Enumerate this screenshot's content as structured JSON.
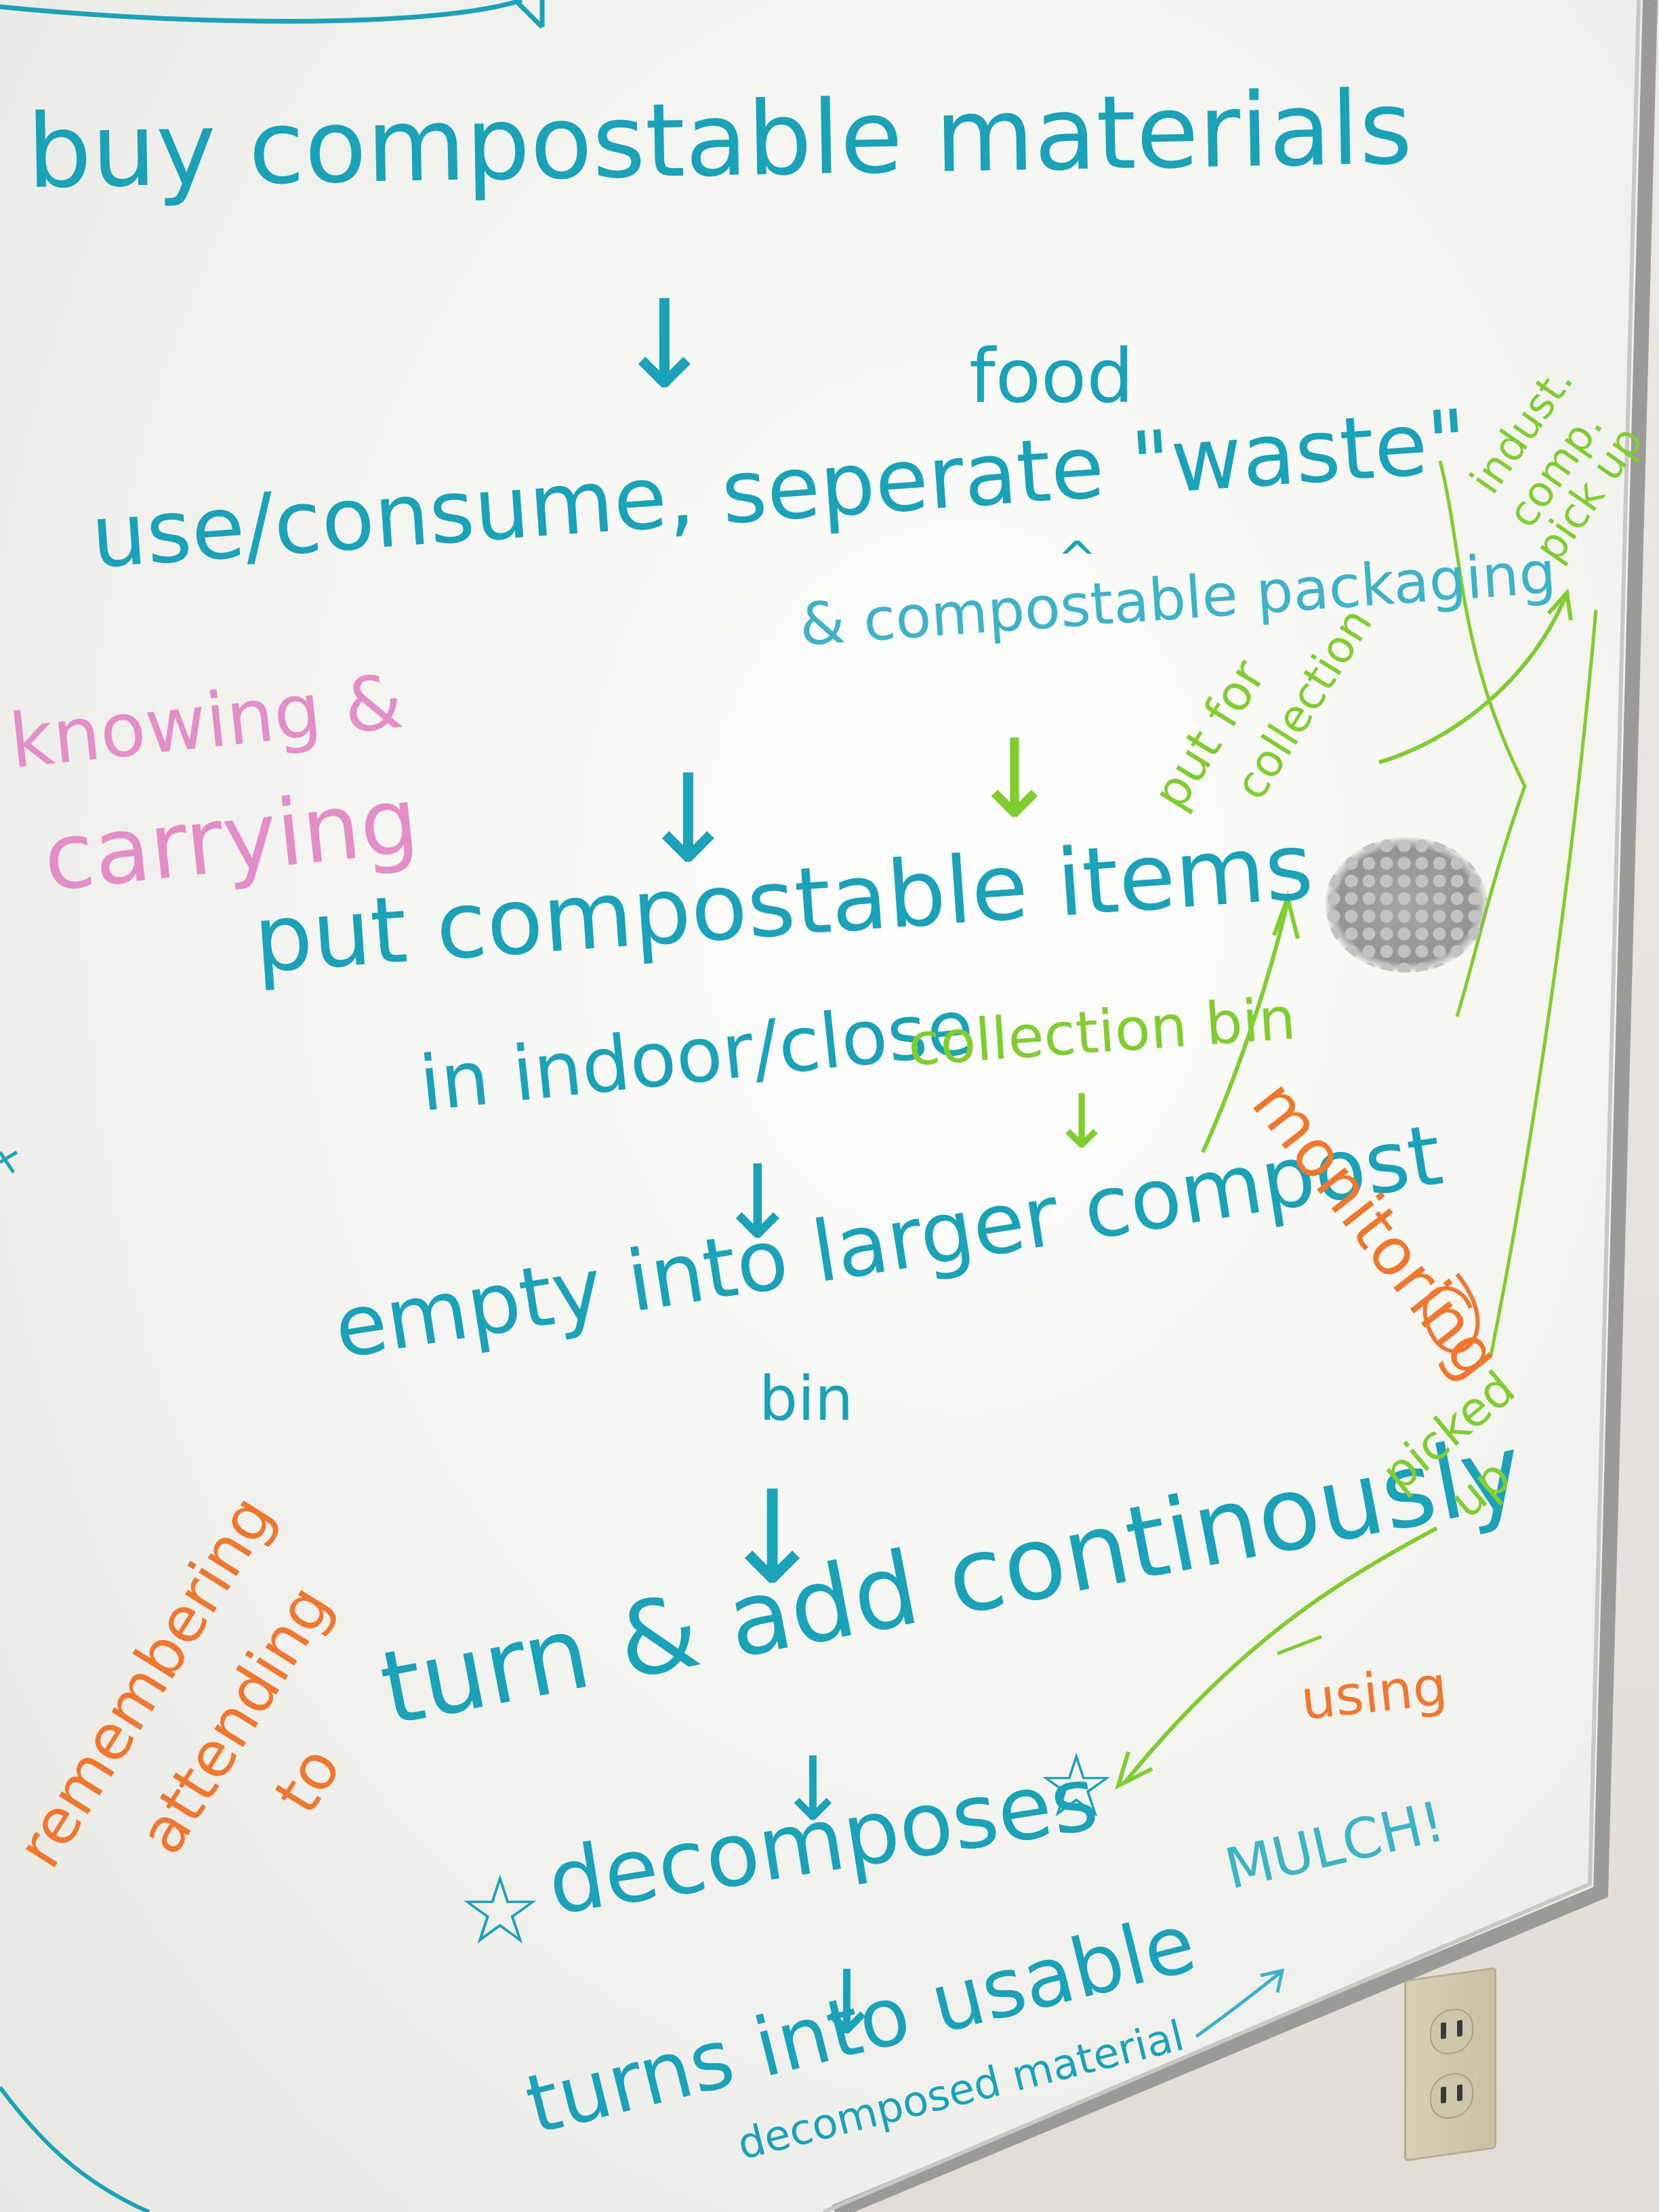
{
  "colors": {
    "blue_marker": "#1aa2b8",
    "green_marker": "#7fcd2e",
    "orange_marker": "#f0782e",
    "pink_marker": "#e38ec8"
  },
  "flow": {
    "step_buy": "buy compostable materials",
    "annotation_food": "food",
    "step_use": "use/consume, seperate \"waste\"",
    "step_use_packaging": "& compostable packaging",
    "step_put_1": "put compostable items",
    "step_put_2": "in indoor/close",
    "step_put_bin": "collection bin",
    "step_empty_1": "empty into larger compost",
    "step_empty_2": "bin",
    "step_turn": "turn & add continously",
    "step_decomposes": "decomposes",
    "step_usable_1": "turns into usable",
    "step_usable_2": "decomposed material",
    "result_mulch": "MULCH!"
  },
  "notes": {
    "knowing_1": "knowing &",
    "knowing_2": "carrying",
    "remembering_1": "remembering",
    "remembering_2": "attending",
    "remembering_3": "to",
    "monitoring": "monitoring",
    "using": "using",
    "put_for_1": "put for",
    "put_for_2": "collection",
    "indust_1": "indust.",
    "indust_2": "comp.",
    "indust_3": "pick up",
    "picked_1": "picked",
    "picked_2": "up"
  },
  "icons": [
    "arrow-down-icon",
    "star-icon",
    "caret-icon",
    "arrow-icon"
  ]
}
